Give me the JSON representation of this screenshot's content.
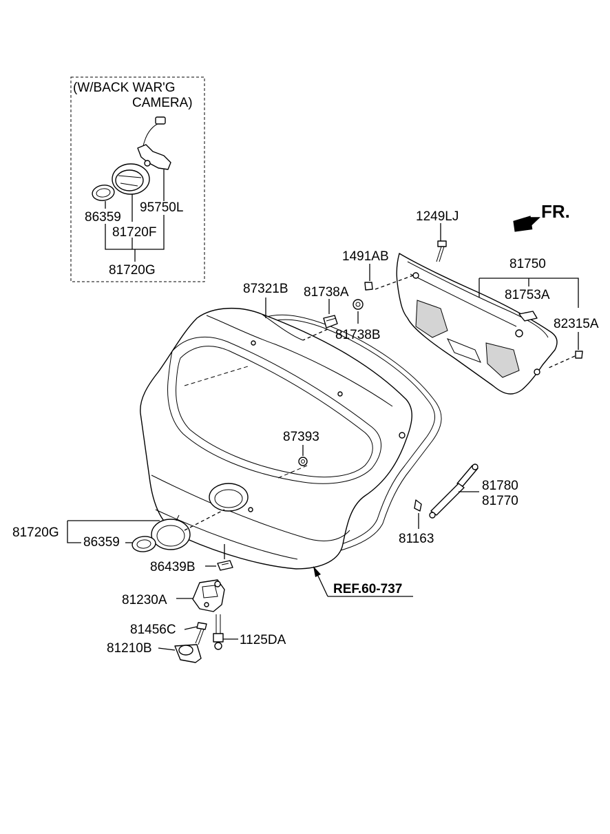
{
  "diagram": {
    "inset_label_line1": "(W/BACK WAR'G",
    "inset_label_line2": "CAMERA)",
    "direction_label": "FR.",
    "reference_label": "REF.60-737",
    "callouts": {
      "inset_86359": "86359",
      "inset_95750L": "95750L",
      "inset_81720F": "81720F",
      "inset_81720G": "81720G",
      "p1249LJ": "1249LJ",
      "p1491AB": "1491AB",
      "p81750": "81750",
      "p81753A": "81753A",
      "p82315A": "82315A",
      "p87321B": "87321B",
      "p81738A": "81738A",
      "p81738B": "81738B",
      "p87393": "87393",
      "p81780": "81780",
      "p81770": "81770",
      "p81163": "81163",
      "p81720G": "81720G",
      "p86359": "86359",
      "p86439B": "86439B",
      "p81230A": "81230A",
      "p81456C": "81456C",
      "p81210B": "81210B",
      "p1125DA": "1125DA"
    }
  }
}
